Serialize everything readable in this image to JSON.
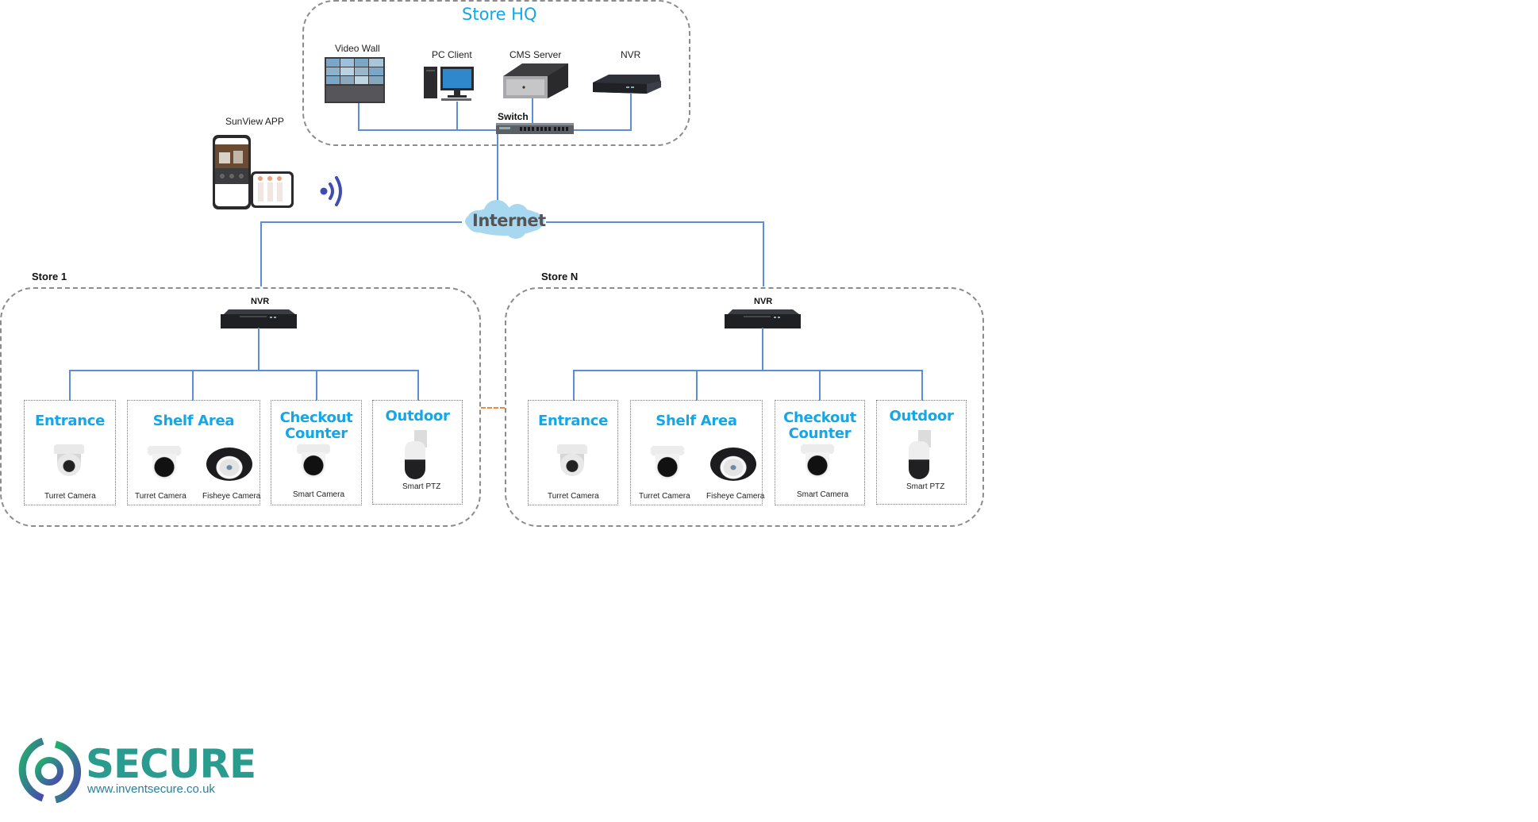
{
  "hq": {
    "title": "Store HQ",
    "devices": {
      "video_wall": "Video Wall",
      "pc_client": "PC Client",
      "cms_server": "CMS Server",
      "nvr": "NVR",
      "switch": "Switch"
    }
  },
  "app": {
    "label": "SunView APP"
  },
  "internet": {
    "label": "Internet"
  },
  "stores": [
    {
      "label": "Store 1",
      "nvr_label": "NVR",
      "zones": [
        {
          "title": "Entrance",
          "cameras": [
            "Turret Camera"
          ]
        },
        {
          "title": "Shelf Area",
          "cameras": [
            "Turret Camera",
            "Fisheye Camera"
          ]
        },
        {
          "title_line1": "Checkout",
          "title_line2": "Counter",
          "cameras": [
            "Smart Camera"
          ]
        },
        {
          "title": "Outdoor",
          "cameras": [
            "Smart PTZ"
          ]
        }
      ]
    },
    {
      "label": "Store N",
      "nvr_label": "NVR",
      "zones": [
        {
          "title": "Entrance",
          "cameras": [
            "Turret Camera"
          ]
        },
        {
          "title": "Shelf Area",
          "cameras": [
            "Turret Camera",
            "Fisheye Camera"
          ]
        },
        {
          "title_line1": "Checkout",
          "title_line2": "Counter",
          "cameras": [
            "Smart Camera"
          ]
        },
        {
          "title": "Outdoor",
          "cameras": [
            "Smart PTZ"
          ]
        }
      ]
    }
  ],
  "logo": {
    "brand": "SECURE",
    "url": "www.inventsecure.co.uk"
  },
  "colors": {
    "accent": "#14a7e8",
    "link_line": "#5b8ed6",
    "dashed_border": "#8c8c8c",
    "store_link": "#f0883a"
  }
}
